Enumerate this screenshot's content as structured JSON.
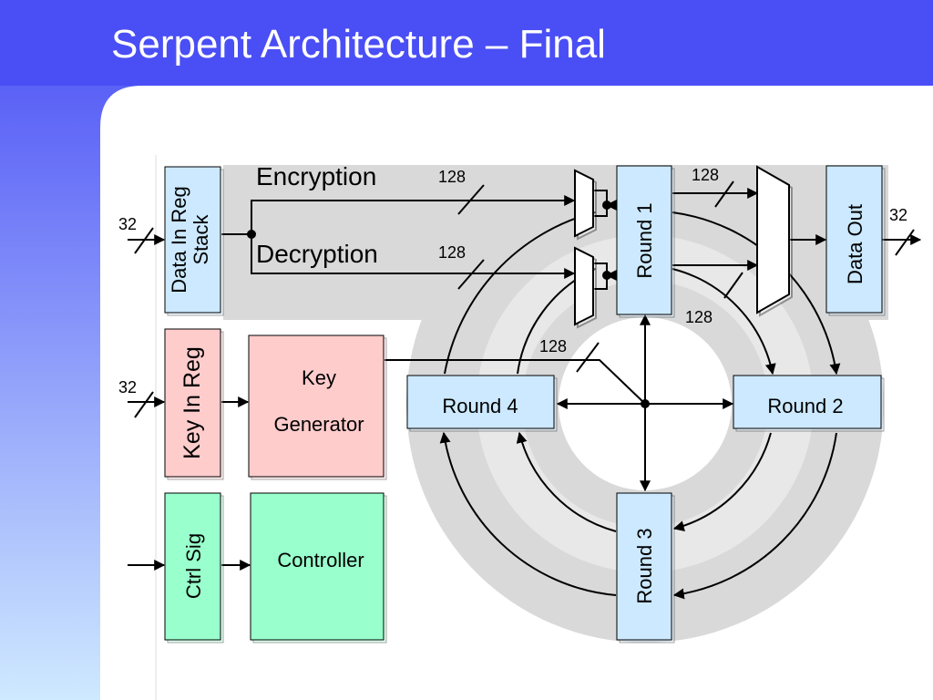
{
  "slide": {
    "title": "Serpent Architecture – Final"
  },
  "colors": {
    "banner": "#4a4ef5",
    "panel": "#ffffff",
    "blue_box": "#cce9ff",
    "pink_box": "#ffcccc",
    "green_box": "#99ffcc",
    "gray_band": "#d9d9d9"
  },
  "diagram": {
    "blocks": {
      "data_in_reg": [
        "Data In Reg",
        "Stack"
      ],
      "key_in_reg": "Key In Reg",
      "ctrl_sig": "Ctrl Sig",
      "key_generator": [
        "Key",
        "Generator"
      ],
      "controller": "Controller",
      "round1": "Round 1",
      "round2": "Round 2",
      "round3": "Round 3",
      "round4": "Round 4",
      "data_out": "Data Out"
    },
    "paths": {
      "encryption": "Encryption",
      "decryption": "Decryption"
    },
    "bus_widths": {
      "data_in": "32",
      "key_in": "32",
      "data_out": "32",
      "encryption_bus": "128",
      "decryption_bus": "128",
      "round1_out": "128",
      "round1_lower": "128",
      "key_bus": "128"
    }
  }
}
